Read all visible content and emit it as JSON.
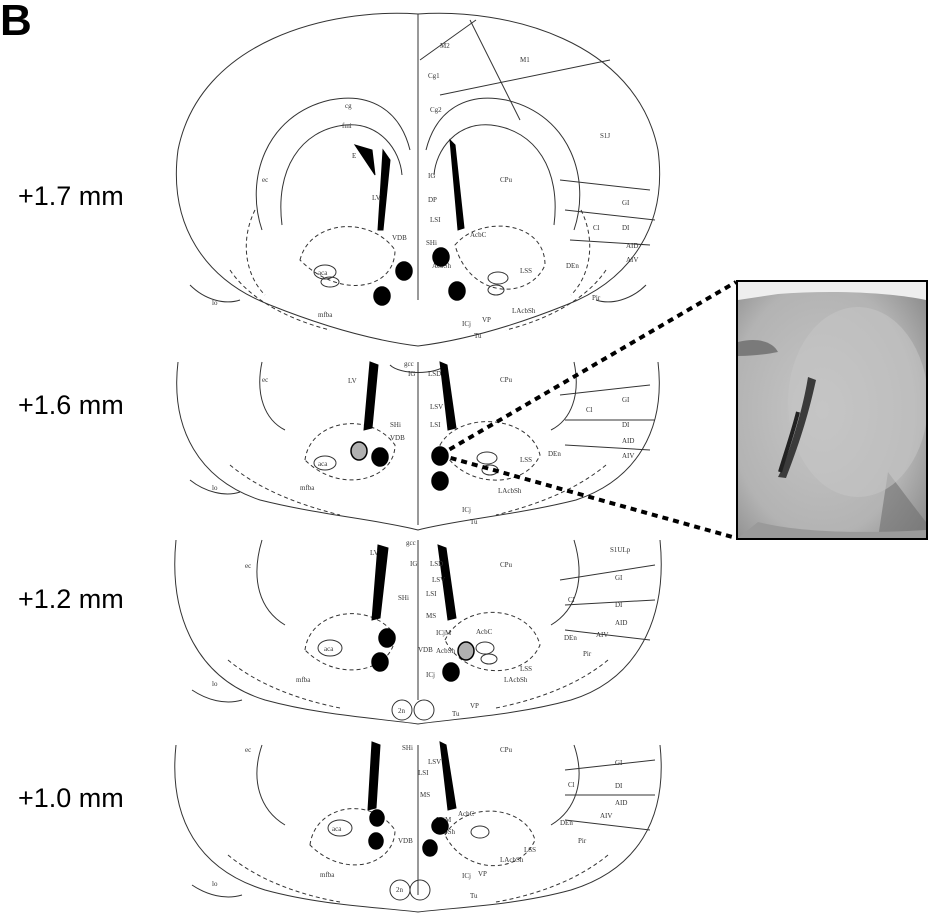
{
  "panel": {
    "letter": "B"
  },
  "levels": [
    {
      "label": "+1.7 mm"
    },
    {
      "label": "+1.6 mm"
    },
    {
      "label": "+1.2 mm"
    },
    {
      "label": "+1.0 mm"
    }
  ],
  "atlas_labels": {
    "s1": [
      "M2",
      "M1",
      "Cg1",
      "Cg2",
      "S1J",
      "cg",
      "fmi",
      "E",
      "IG",
      "LV",
      "CPu",
      "ec",
      "DP",
      "LSI",
      "GI",
      "DI",
      "Cl",
      "AID",
      "AIV",
      "SHi",
      "AcbC",
      "AcbSh",
      "LSS",
      "DEn",
      "aca",
      "VP",
      "Pir",
      "LAcbSh",
      "lo",
      "mfba",
      "ICj",
      "VP",
      "Tu",
      "VDB"
    ],
    "s2": [
      "gcc",
      "LV",
      "IG",
      "LSD",
      "CPu",
      "ec",
      "LSV",
      "GI",
      "SHi",
      "DI",
      "Cl",
      "AID",
      "AIV",
      "LSI",
      "VDB",
      "LSS",
      "DEn",
      "aca",
      "LAcbSh",
      "lo",
      "mfba",
      "ICj",
      "Tu"
    ],
    "s3": [
      "gcc",
      "LV",
      "IG",
      "LSD",
      "CPu",
      "S1ULp",
      "ec",
      "LSV",
      "GI",
      "SHi",
      "LSI",
      "Cl",
      "DI",
      "AID",
      "AIV",
      "MS",
      "ICjM",
      "AcbC",
      "DEn",
      "Pir",
      "aca",
      "VDB",
      "AcbSh",
      "LSS",
      "lo",
      "mfba",
      "LAcbSh",
      "ICj",
      "VP",
      "Tu",
      "2n"
    ],
    "s4": [
      "SHi",
      "CPu",
      "ec",
      "LSV",
      "GI",
      "LSI",
      "Cl",
      "DI",
      "AID",
      "MS",
      "AcbC",
      "AIV",
      "ICjM",
      "aca",
      "AcbSh",
      "DEn",
      "VDB",
      "LSS",
      "Pir",
      "LAcbSh",
      "lo",
      "mfba",
      "ICj",
      "VP",
      "2n",
      "Tu"
    ]
  },
  "colors": {
    "placement_hit": "#000000",
    "placement_miss": "#b0b0b0",
    "outline": "#333333",
    "ventricle": "#000000"
  }
}
